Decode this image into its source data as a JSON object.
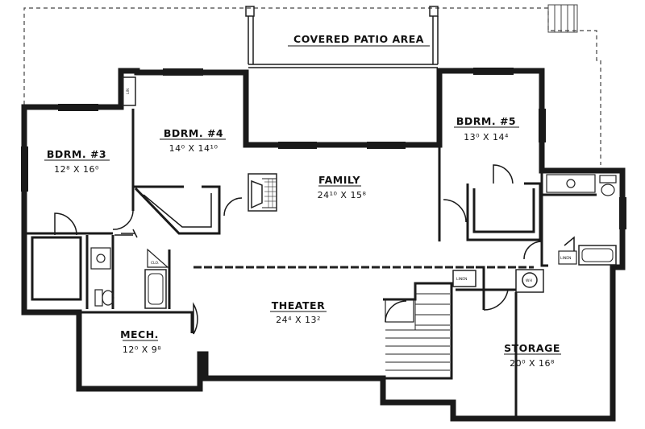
{
  "rooms": {
    "covered_patio": {
      "label": "COVERED PATIO AREA"
    },
    "bdrm3": {
      "label": "BDRM. #3",
      "dims": "12⁸ X 16⁰"
    },
    "bdrm4": {
      "label": "BDRM. #4",
      "dims": "14⁰ X 14¹⁰"
    },
    "bdrm5": {
      "label": "BDRM. #5",
      "dims": "13⁰ X 14⁴"
    },
    "family": {
      "label": "FAMILY",
      "dims": "24¹⁰ X 15⁸"
    },
    "theater": {
      "label": "THEATER",
      "dims": "24⁴ X 13²"
    },
    "mech": {
      "label": "MECH.",
      "dims": "12⁰ X 9⁸"
    },
    "storage": {
      "label": "STORAGE",
      "dims": "20⁰ X 16⁸"
    }
  },
  "small_labels": {
    "linen_top": "LIN",
    "linen_mid": "LINEN",
    "linen_right": "LINEN",
    "water_heater": "WH",
    "closet": "CLO."
  }
}
